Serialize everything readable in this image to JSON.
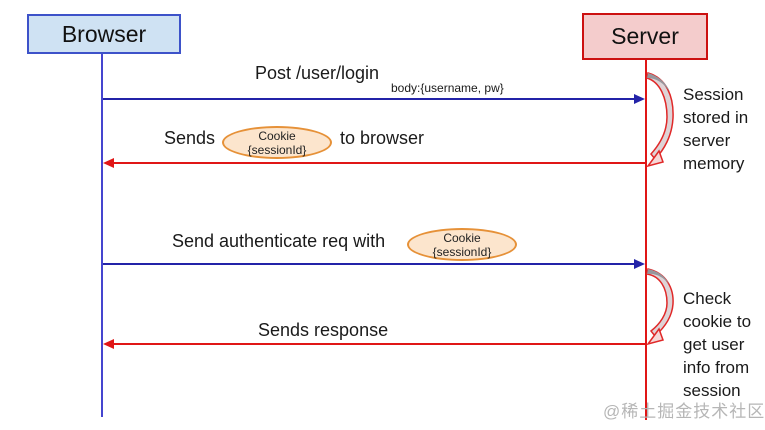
{
  "actors": {
    "browser": "Browser",
    "server": "Server"
  },
  "messages": {
    "login": {
      "label": "Post /user/login",
      "body": "body:{username, pw}"
    },
    "send_cookie": {
      "prefix": "Sends",
      "suffix": "to browser"
    },
    "authenticate": {
      "prefix": "Send authenticate req with"
    },
    "response": {
      "label": "Sends response"
    }
  },
  "cookie": {
    "name": "Cookie",
    "value": "{sessionId}"
  },
  "annotations": {
    "session_stored": "Session stored in server memory",
    "check_cookie": "Check cookie to get user info from session"
  },
  "watermark": "@稀土掘金技术社区",
  "colors": {
    "browser_box_fill": "#cfe2f3",
    "browser_box_border": "#3d52c9",
    "server_box_fill": "#f4cccc",
    "server_box_border": "#cc1111",
    "blue_arrow": "#2323a8",
    "blue_lifeline": "#4545cf",
    "red_arrow": "#e01616",
    "cookie_fill": "#fce5cd",
    "cookie_border": "#e69138",
    "watermark_gray": "#b2b2b2"
  }
}
